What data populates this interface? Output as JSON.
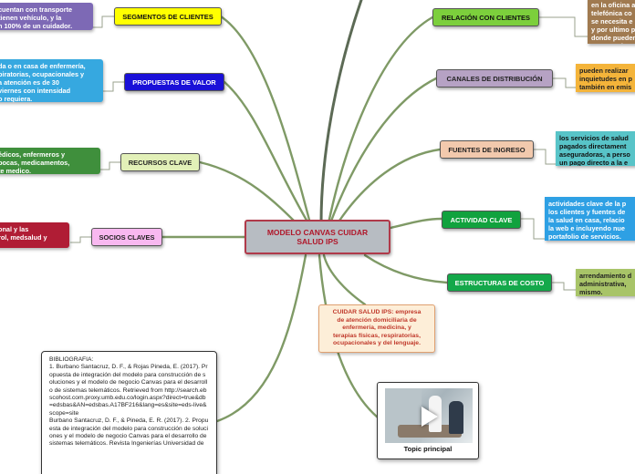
{
  "central": {
    "label": "MODELO CANVAS CUIDAR SALUD IPS"
  },
  "categories": {
    "segmentos": "SEGMENTOS DE CLIENTES",
    "propuestas": "PROPUESTAS DE VALOR",
    "recursos": "RECURSOS CLAVE",
    "socios": "SOCIOS CLAVES",
    "relacion": "RELACIÓN CON CLIENTES",
    "canales": "CANALES DE DISTRIBUCIÓN",
    "fuentes": "FUENTES DE INGRESO",
    "actividad": "ACTIVIDAD CLAVE",
    "estructuras": "ESTRUCTURAS DE COSTO"
  },
  "notes": {
    "segmentos": "cuentan con transporte\ntienen vehículo, y la\nn 100% de un cuidador.",
    "propuestas": "da o en casa de enfermería,\npiratorias, ocupacionales y\na atención es de 30\nviernes con intensidad\no requiera.",
    "recursos": "édicos, enfermeros y\nbocas, medicamentos,\nte medico.",
    "socios": "onal y las\nrol, medsalud y",
    "relacion": "en la oficina a\ntelefónica co\nse necesita e\ny por ultimo p\ndonde pueden\ncomentarios a",
    "canales": "pueden realizar\ninquietudes en p\ntambién en emis",
    "fuentes": "los servicios de salud\npagados directament\naseguradoras, a perso\nun pago directo a la e",
    "actividad": "actividades clave de la p\nlos clientes y fuentes de\nla salud en casa, relacio\nla web e incluyendo nue\nportafolio de servicios.",
    "estructuras": "arrendamiento d\nadministrativa,\nmismo."
  },
  "description": "CUIDAR SALUD IPS: empresa\nde atención domiciliaria de\nenfermería, medicina, y\nterapias físicas, respiratorias,\nocupacionales y del lenguaje.",
  "bibliography": "BIBLIOGRAFIA:\n1. Burbano Santacruz, D. F., & Rojas Pineda, E. (2017). Propuesta de integración del modelo para construcción de soluciones y el modelo de negocio Canvas para el desarrollo de sistemas telemáticos. Retrieved from http://search.ebscohost.com.proxy.umb.edu.co/login.aspx?direct=true&db=edsbas&AN=edsbas.A17BF216&lang=es&site=eds-live&scope=site\nBurbano Santacruz, D. F., & Pineda, E. R. (2017). 2. Propuesta de integración del modelo para construcción de soluciones y el modelo de negocio Canvas para el desarrollo de sistemas telemáticos. Revista Ingenierías Universidad de",
  "topic": {
    "caption": "Topic principal"
  },
  "colors": {
    "segmentos": "#ffff00",
    "propuestas": "#1a10d8",
    "recursos": "#e2f0b8",
    "socios": "#f8b8f0",
    "relacion": "#7ccf3c",
    "canales": "#b6a2c4",
    "fuentes": "#f2c9ad",
    "actividad": "#11a23e",
    "estructuras": "#14a84a",
    "link": "#8aa870",
    "centralBorder": "#b03a4a"
  },
  "icons": {
    "topic_video": "play-icon"
  }
}
